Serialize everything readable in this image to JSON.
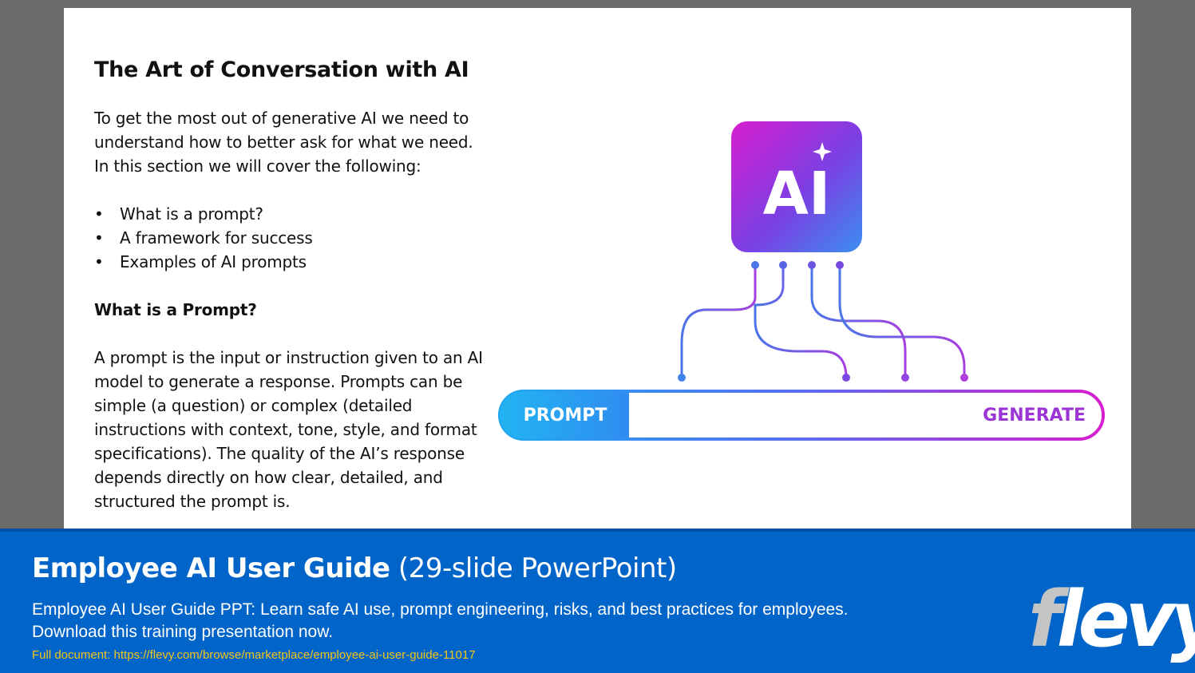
{
  "slide": {
    "title": "The Art of Conversation with AI",
    "intro_lines": [
      "To get the most out of generative AI we need to",
      "understand how to better ask for what we need.",
      "In this section we will cover the following:"
    ],
    "bullets": [
      "What is a prompt?",
      "A framework for success",
      "Examples of AI prompts"
    ],
    "subheading": "What is a Prompt?",
    "definition_lines": [
      "A prompt is the input or instruction given to an AI",
      "model to generate a response.  Prompts can be",
      "simple (a question) or complex (detailed",
      "instructions with context, tone, style, and format",
      "specifications).  The quality of the AI’s response",
      "depends directly on how clear, detailed, and",
      "structured the prompt is."
    ],
    "illustration": {
      "ai_label": "AI",
      "prompt_label": "PROMPT",
      "generate_label": "GENERATE",
      "icon": "ai-chip-icon",
      "colors": {
        "magenta": "#d61fd0",
        "violet": "#7b3fe4",
        "blue": "#1fa7f0"
      }
    }
  },
  "banner": {
    "title_bold": "Employee AI User Guide",
    "title_rest": " (29-slide PowerPoint)",
    "desc_lines": [
      "Employee AI User Guide PPT: Learn safe AI use, prompt engineering, risks, and best practices for employees.",
      "Download this training presentation now."
    ],
    "link": "Full document: https://flevy.com/browse/marketplace/employee-ai-user-guide-11017",
    "logo_first": "f",
    "logo_rest": "levy",
    "colors": {
      "background": "#0064c8",
      "link": "#f5c518"
    }
  }
}
